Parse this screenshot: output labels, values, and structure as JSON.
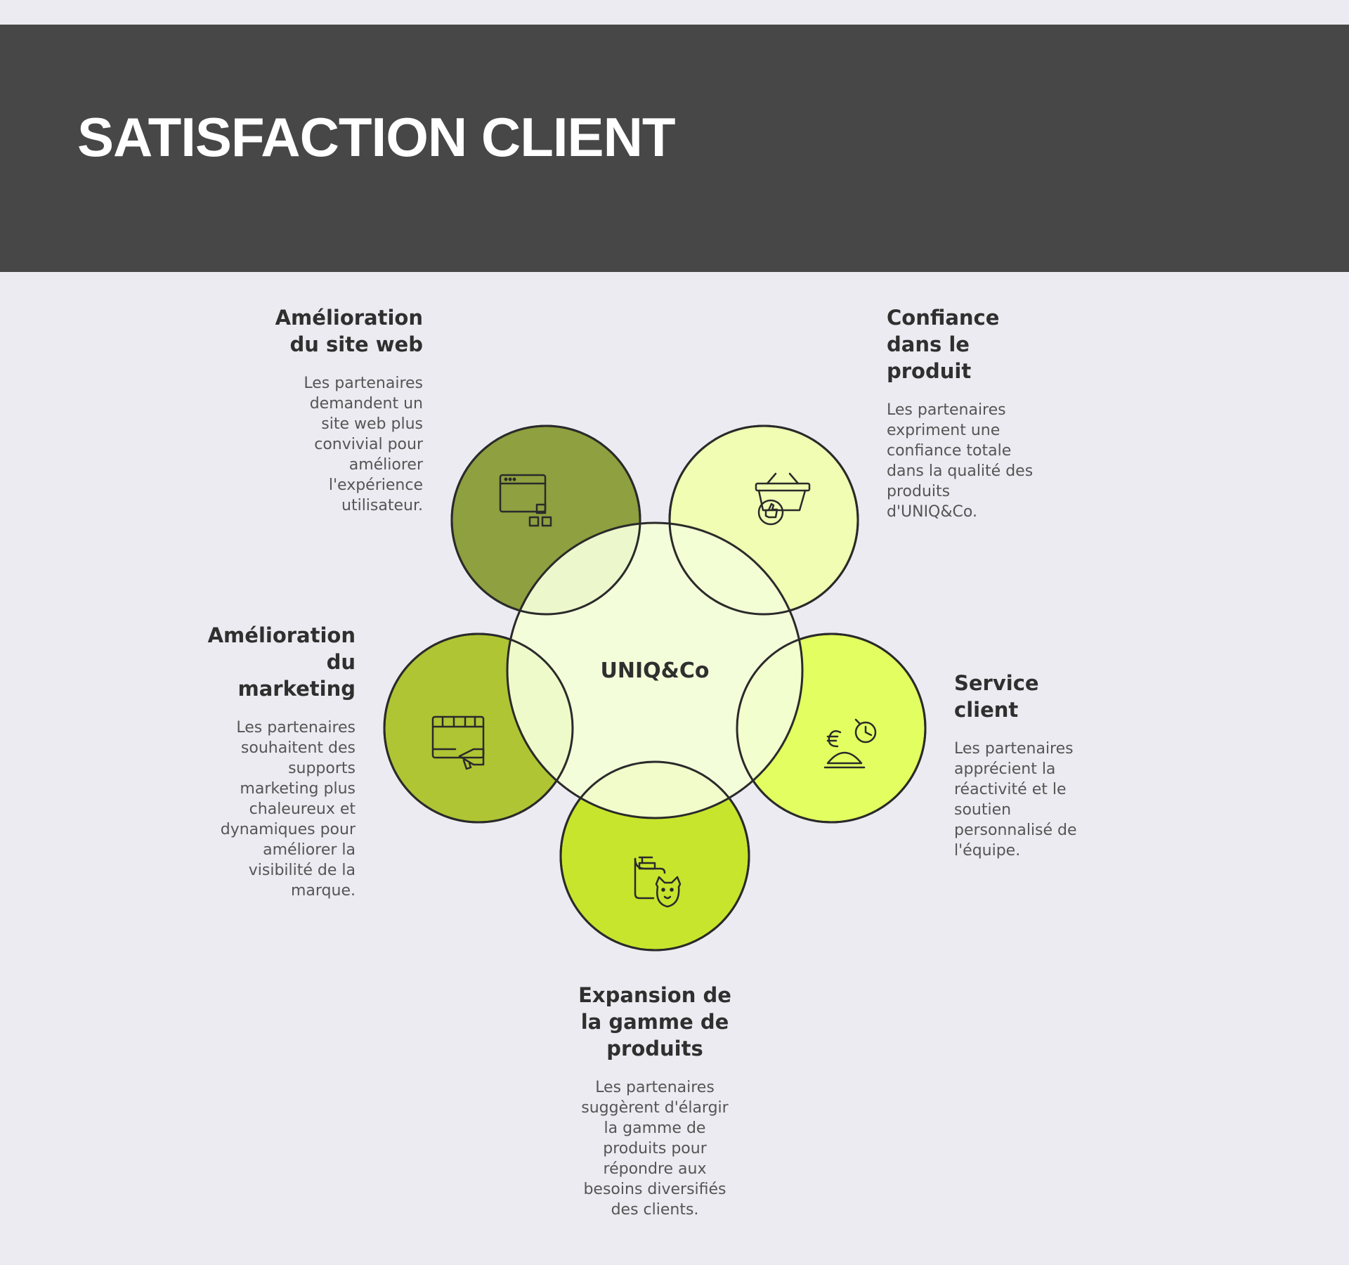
{
  "header": {
    "title": "SATISFACTION CLIENT",
    "background": "#474747"
  },
  "diagram": {
    "center": {
      "label": "UNIQ&Co",
      "fill": "#f4fed8"
    },
    "petals": [
      {
        "id": "site-web",
        "title": "Amélioration\ndu site web",
        "description": "Les partenaires\ndemandent un\nsite web plus\nconvivial pour\naméliorer\nl'expérience\nutilisateur.",
        "fill": "#8ea03f",
        "icon": "browser-window-icon"
      },
      {
        "id": "confiance",
        "title": "Confiance\ndans le\nproduit",
        "description": "Les partenaires\nexpriment une\nconfiance totale\ndans la qualité des\nproduits\nd'UNIQ&Co.",
        "fill": "#f0fdb2",
        "icon": "basket-thumbs-up-icon"
      },
      {
        "id": "service",
        "title": "Service\nclient",
        "description": "Les partenaires\napprécient la\nréactivité et le\nsoutien\npersonnalisé de\nl'équipe.",
        "fill": "#e2fe60",
        "icon": "customer-service-icon"
      },
      {
        "id": "gamme",
        "title": "Expansion de\nla gamme de\nproduits",
        "description": "Les partenaires\nsuggèrent d'élargir\nla gamme de\nproduits pour\nrépondre aux\nbesoins diversifiés\ndes clients.",
        "fill": "#c8e52d",
        "icon": "pet-shampoo-icon"
      },
      {
        "id": "marketing",
        "title": "Amélioration\ndu\nmarketing",
        "description": "Les partenaires\nsouhaitent des\nsupports\nmarketing plus\nchaleureux et\ndynamiques pour\naméliorer la\nvisibilité de la\nmarque.",
        "fill": "#afc534",
        "icon": "marketing-megaphone-icon"
      }
    ]
  }
}
